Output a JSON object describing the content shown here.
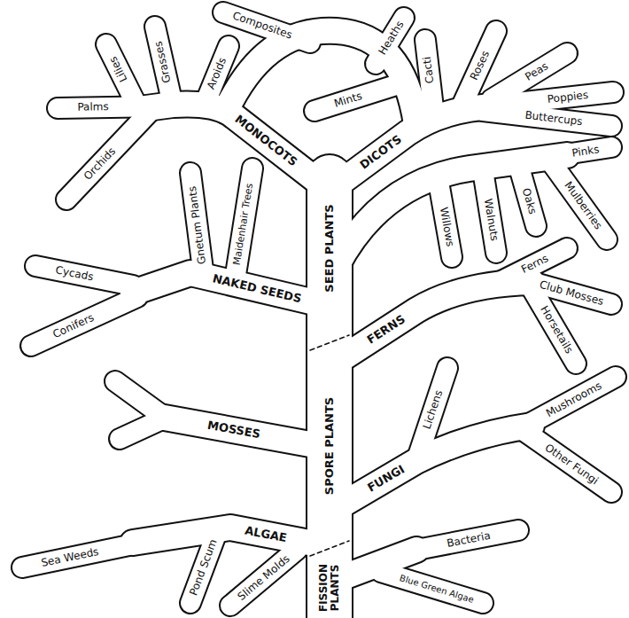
{
  "diagram": {
    "labels": [
      "Composites",
      "Heaths",
      "Grasses",
      "Aroids",
      "Mints",
      "Lilies",
      "Palms",
      "Cacti",
      "Roses",
      "Peas",
      "Poppies",
      "Buttercups",
      "MONOCOTS",
      "DICOTS",
      "Orchids",
      "Pinks",
      "Mulberries",
      "Oaks",
      "Walnuts",
      "Willows",
      "Gnetum Plants",
      "Maidenhair Trees",
      "Cycads",
      "NAKED SEEDS",
      "SEED PLANTS",
      "Ferns",
      "Club Mosses",
      "Conifers",
      "FERNS",
      "Horsetails",
      "MOSSES",
      "SPORE PLANTS",
      "Lichens",
      "Mushrooms",
      "FUNGI",
      "Other Fungi",
      "ALGAE",
      "Sea Weeds",
      "Pond Scum",
      "Slime Molds",
      "FISSION PLANTS",
      "Bacteria",
      "Blue Green Algae"
    ]
  }
}
